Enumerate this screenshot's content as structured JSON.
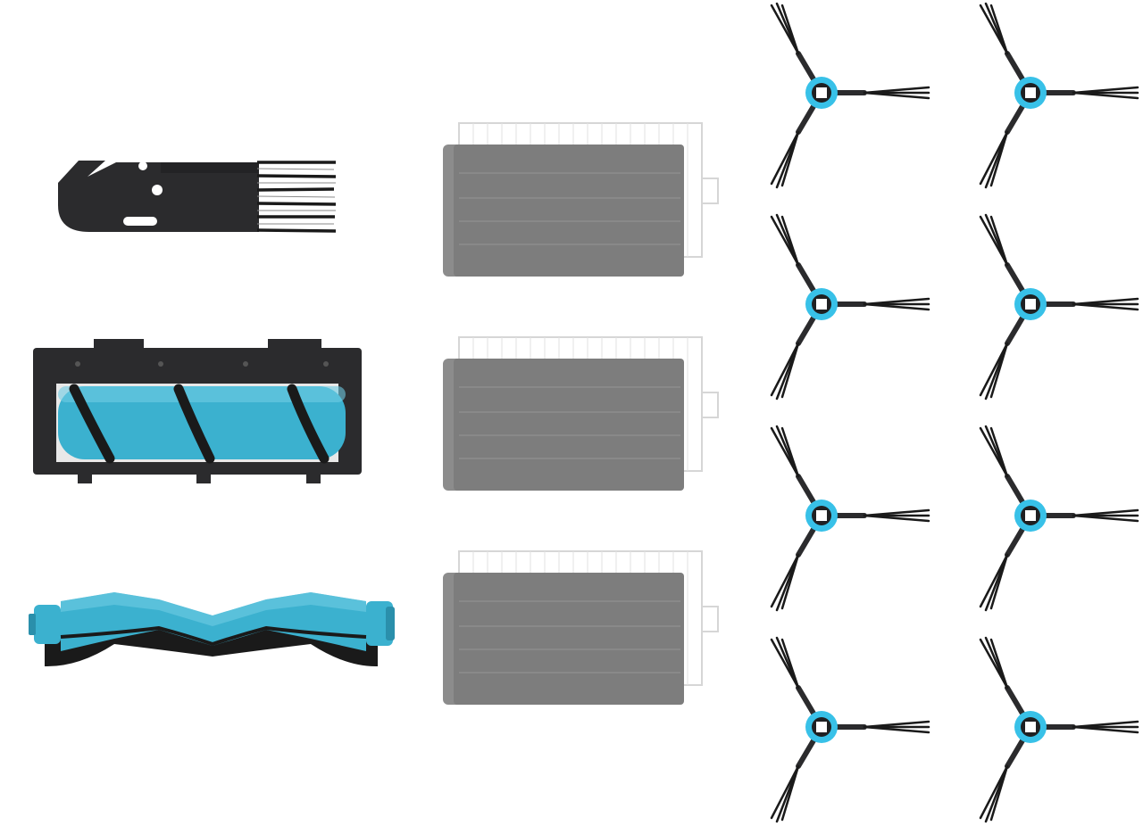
{
  "colors": {
    "background": "#ffffff",
    "plastic_black": "#2b2b2d",
    "brush_blue": "#3bb1cf",
    "brush_blue_dark": "#2a8fab",
    "hub_blue": "#38c1e8",
    "filter_gray": "#8c8c8c",
    "filter_pleat": "#eeeeee",
    "bristle_black": "#1a1a1a"
  },
  "parts": {
    "cleaning_tool": {
      "icon": "cleaning-tool-icon",
      "count": 1
    },
    "mop_roller_housing": {
      "icon": "roller-housing-icon",
      "count": 1
    },
    "main_roller_brush": {
      "icon": "main-brush-icon",
      "count": 1
    },
    "hepa_filters": {
      "icon": "hepa-filter-icon",
      "count": 3
    },
    "side_brushes": {
      "icon": "side-brush-icon",
      "count": 8
    }
  }
}
